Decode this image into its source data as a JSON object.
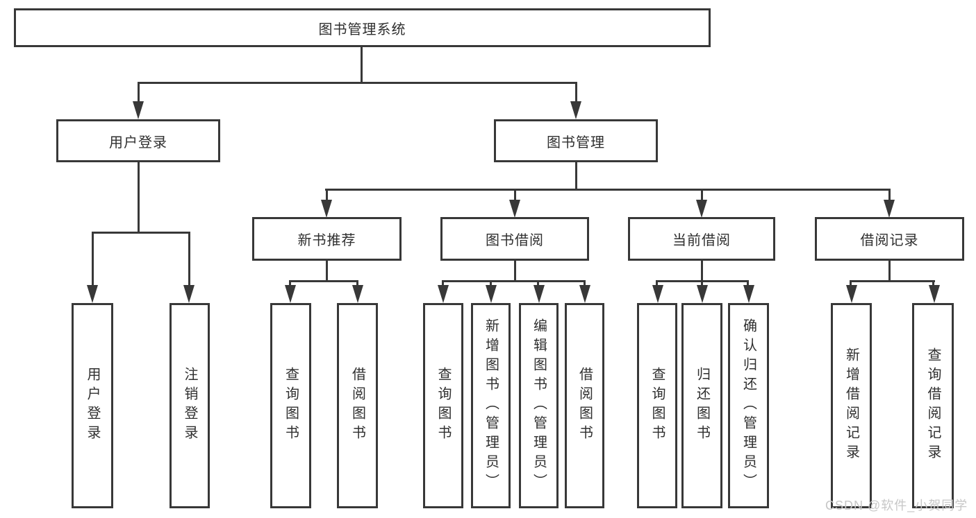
{
  "diagram": {
    "root": {
      "label": "图书管理系统"
    },
    "level2": [
      {
        "label": "用户登录"
      },
      {
        "label": "图书管理"
      }
    ],
    "level3": [
      {
        "label": "新书推荐"
      },
      {
        "label": "图书借阅"
      },
      {
        "label": "当前借阅"
      },
      {
        "label": "借阅记录"
      }
    ],
    "leaves": [
      {
        "label": "用户登录"
      },
      {
        "label": "注销登录"
      },
      {
        "label": "查询图书"
      },
      {
        "label": "借阅图书"
      },
      {
        "label": "查询图书"
      },
      {
        "label": "新增图书（管理员）"
      },
      {
        "label": "编辑图书（管理员）"
      },
      {
        "label": "借阅图书"
      },
      {
        "label": "查询图书"
      },
      {
        "label": "归还图书"
      },
      {
        "label": "确认归还（管理员）"
      },
      {
        "label": "新增借阅记录"
      },
      {
        "label": "查询借阅记录"
      }
    ]
  },
  "watermark": {
    "text": "CSDN @软件_小贺同学"
  },
  "colors": {
    "line": "#383838",
    "text": "#2f2f2f",
    "watermark": "#c7c7c7",
    "background": "#ffffff"
  }
}
